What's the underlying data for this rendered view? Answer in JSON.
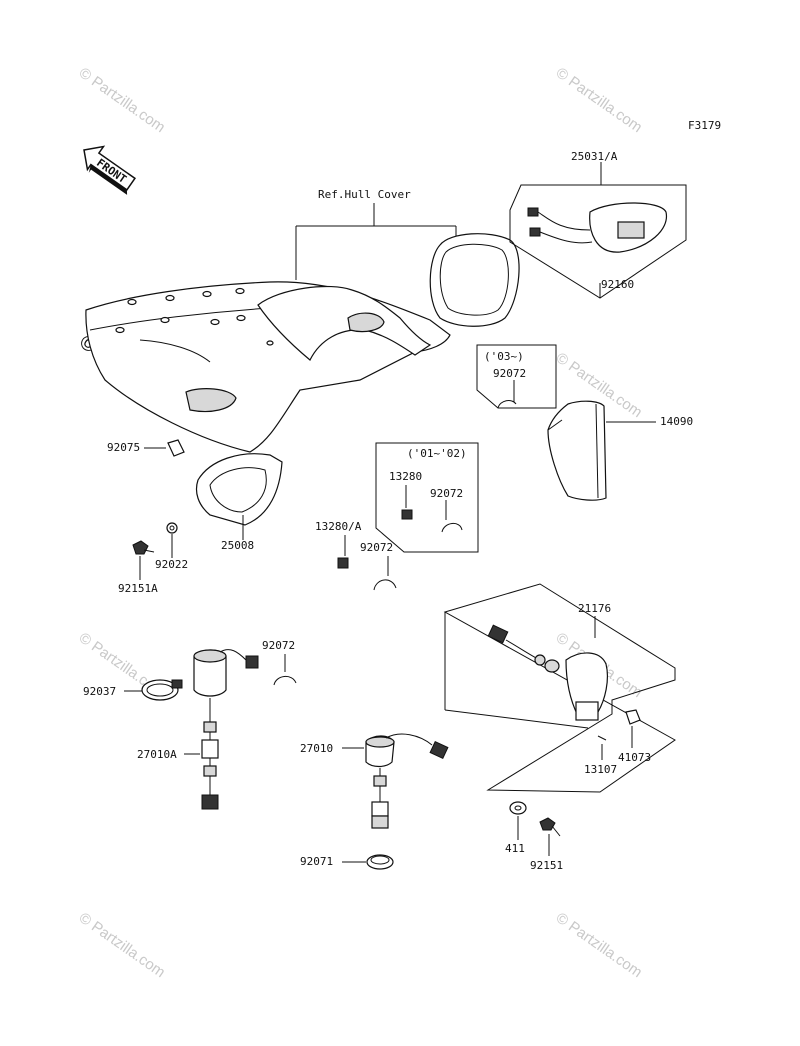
{
  "figure_code": "F3179",
  "front_label": "FRONT",
  "ref_label": "Ref.Hull Cover",
  "watermark": "© Partzilla.com",
  "parts": {
    "p25031A": "25031/A",
    "p92160": "92160",
    "p92072_03": "92072",
    "year_03": "('03~)",
    "p14090": "14090",
    "year_01_02": "('01~'02)",
    "p13280": "13280",
    "p92072_0102": "92072",
    "p13280A": "13280/A",
    "p92072_mid": "92072",
    "p92075": "92075",
    "p25008": "25008",
    "p92022": "92022",
    "p92151A": "92151A",
    "p92072_low": "92072",
    "p92037": "92037",
    "p27010A": "27010A",
    "p27010": "27010",
    "p92071": "92071",
    "p21176": "21176",
    "p41073": "41073",
    "p13107": "13107",
    "p411": "411",
    "p92151": "92151"
  }
}
